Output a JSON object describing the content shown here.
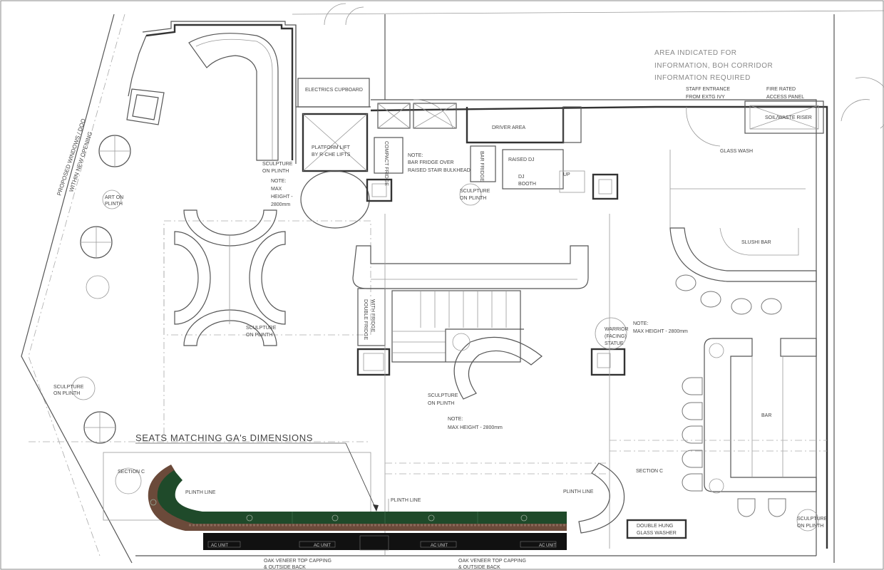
{
  "colors": {
    "bench_green": "#1f4a2a",
    "bench_edge": "#6b4a3a",
    "ac_strip": "#111111",
    "line": "#555555"
  },
  "notes": {
    "area": [
      "AREA INDICATED FOR",
      "INFORMATION, BOH CORRIDOR",
      "INFORMATION REQUIRED"
    ],
    "staff_entrance": [
      "STAFF ENTRANCE",
      "FROM EXTG IVY"
    ],
    "fire_panel": [
      "FIRE RATED",
      "ACCESS PANEL"
    ],
    "riser": "SOIL/WASTE RISER",
    "glass_wash": "GLASS WASH",
    "electrics": "ELECTRICS CUPBOARD",
    "platform_lift": [
      "PLATFORM LIFT",
      "BY R-CHE LIFTS"
    ],
    "bar_fridge_note": [
      "NOTE:",
      "BAR FRIDGE OVER",
      "RAISED STAIR BULKHEAD"
    ],
    "fridge_unit": "COMPACT FRIDGE",
    "driver_area": "DRIVER AREA",
    "raised_dj": "RAISED DJ",
    "dj_booth": [
      "DJ",
      "BOOTH"
    ],
    "up": "UP",
    "bar_fridge_small": "BAR FRIDGE",
    "sculpture": [
      "SCULPTURE",
      "ON PLINTH"
    ],
    "max_height_stacked": [
      "NOTE:",
      "MAX",
      "HEIGHT -",
      "2800mm"
    ],
    "windows": [
      "PROPOSED WINDOWS / DOO",
      "WITHIN NEW OPENING"
    ],
    "slushi_bar": "SLUSHI BAR",
    "max_height_note": [
      "NOTE:",
      "MAX HEIGHT - 2800mm"
    ],
    "warrior": [
      "WARRIOR",
      "(FACING)",
      "STATUE"
    ],
    "bar": "BAR",
    "seats_note": "SEATS MATCHING GA's DIMENSIONS",
    "section_c": "SECTION C",
    "glass_washer": [
      "DOUBLE HUNG",
      "GLASS WASHER"
    ],
    "plinth_line": "PLINTH LINE",
    "ac_unit": "AC UNIT",
    "oak_capping": [
      "OAK VENEER TOP CAPPING",
      "& OUTSIDE BACK"
    ],
    "art_plinth": [
      "ART ON",
      "PLINTH"
    ],
    "double_fridge": [
      "DOUBLE FRIDGE",
      "WITH FRIDGE"
    ]
  }
}
